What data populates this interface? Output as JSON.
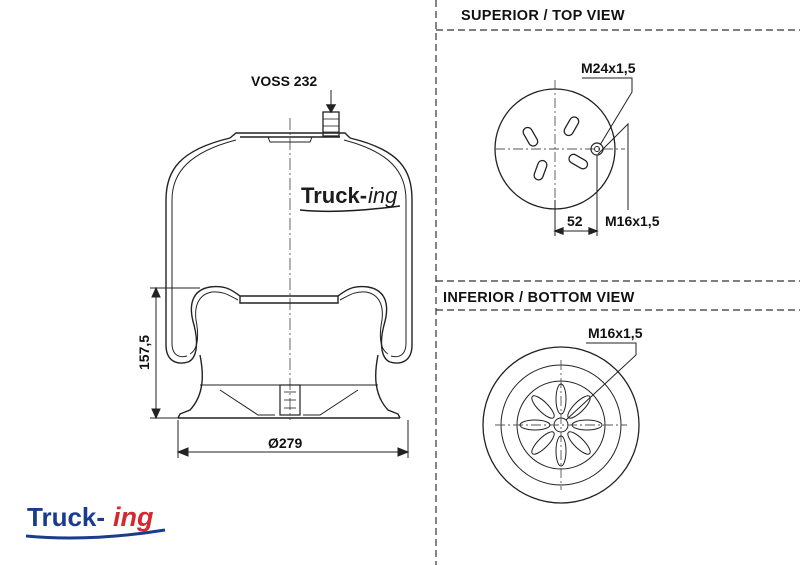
{
  "top_view": {
    "title": "SUPERIOR / TOP VIEW",
    "thread_main": "M24x1,5",
    "thread_stud": "M16x1,5",
    "offset": "52"
  },
  "bottom_view": {
    "title": "INFERIOR / BOTTOM VIEW",
    "thread": "M16x1,5"
  },
  "side_view": {
    "connector": "VOSS 232",
    "height": "157,5",
    "diameter": "Ø279"
  },
  "brand": {
    "prefix": "Truck-",
    "suffix": "ing",
    "prefix_color": "#1a3c8c",
    "suffix_color": "#d6282e",
    "underline_color": "#1a3c8c"
  },
  "colors": {
    "line": "#222222",
    "axis": "#555555"
  }
}
